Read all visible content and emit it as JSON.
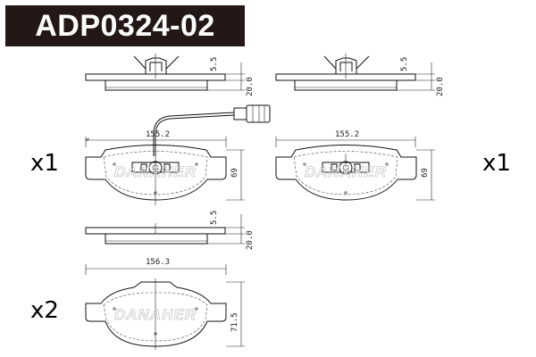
{
  "part_number": "ADP0324-02",
  "quantities": {
    "top_left": "x1",
    "top_right": "x1",
    "bottom": "x2"
  },
  "dimensions": {
    "pad_a_width": "155.2",
    "pad_b_width": "155.2",
    "pad_c_width": "156.3",
    "pad_ab_height": "69",
    "pad_c_height": "71.5",
    "thickness_total": "20.0",
    "thickness_backplate": "5.5"
  },
  "watermark": "DANAHER"
}
